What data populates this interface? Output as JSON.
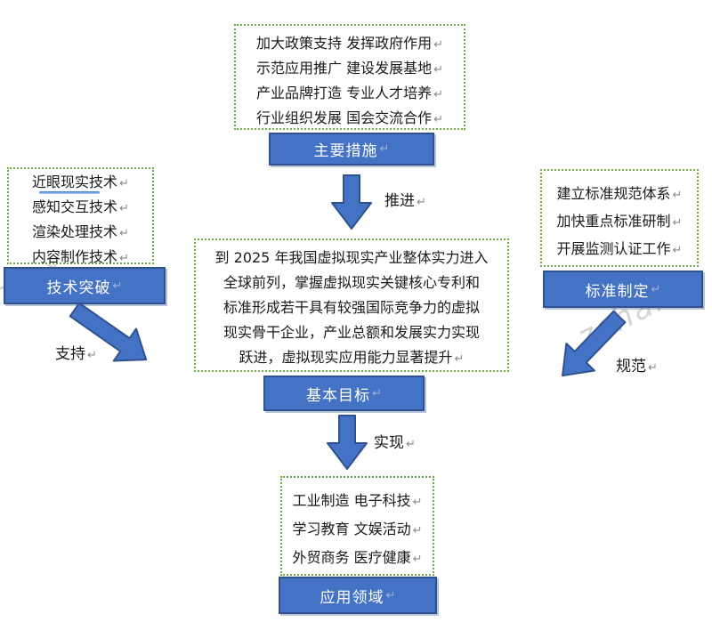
{
  "meta": {
    "return_mark": "↵"
  },
  "watermarks": {
    "left": "zhanx",
    "right": "zchanx",
    "edge_fragment": "("
  },
  "colors": {
    "bar_fill": "#4472C4",
    "bar_border": "#2F528F",
    "box_border": "#6CA944",
    "arrow_fill": "#4472C4",
    "text": "#1a1a1a",
    "return_mark": "#8a8a8a"
  },
  "boxes": {
    "measures": {
      "label": "主要措施",
      "lines": [
        "加大政策支持 发挥政府作用",
        "示范应用推广 建设发展基地",
        "产业品牌打造 专业人才培养",
        "行业组织发展 国会交流合作"
      ]
    },
    "technology": {
      "label": "技术突破",
      "lines": [
        "近眼现实技术",
        "感知交互技术",
        "渲染处理技术",
        "内容制作技术"
      ]
    },
    "standards": {
      "label": "标准制定",
      "lines": [
        "建立标准规范体系",
        "加快重点标准研制",
        "开展监测认证工作"
      ]
    },
    "goal": {
      "label": "基本目标",
      "lines": [
        "到 2025 年我国虚拟现实产业整体实力进入",
        "全球前列，掌握虚拟现实关键核心专利和",
        "标准形成若干具有较强国际竞争力的虚拟",
        "现实骨干企业，产业总额和发展实力实现",
        "跃进，虚拟现实应用能力显著提升"
      ]
    },
    "applications": {
      "label": "应用领域",
      "lines": [
        "工业制造 电子科技",
        "学习教育 文娱活动",
        "外贸商务 医疗健康"
      ]
    }
  },
  "arrows": {
    "promote": "推进",
    "support": "支持",
    "regulate": "规范",
    "realize": "实现"
  }
}
